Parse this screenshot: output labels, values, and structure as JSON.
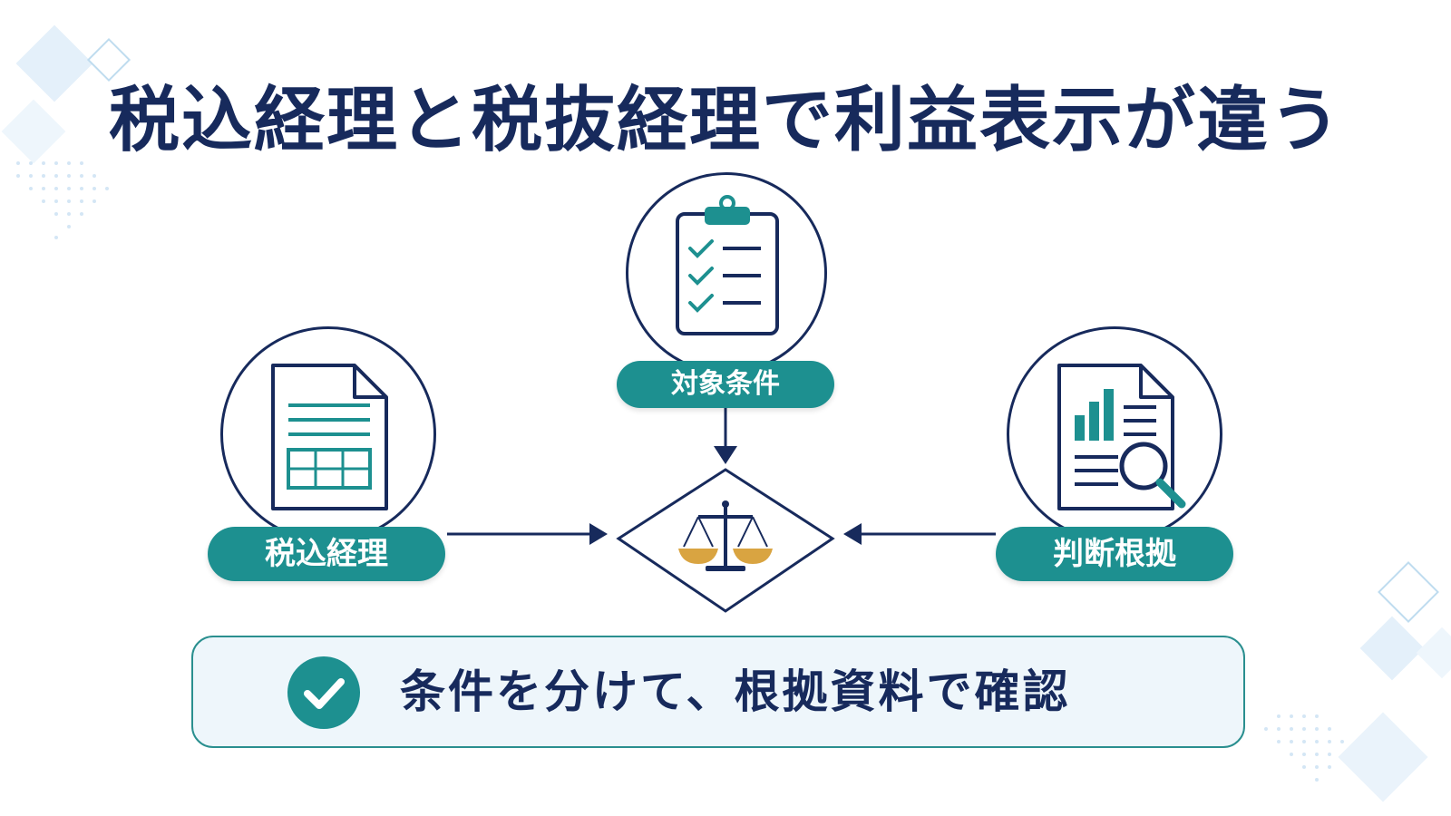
{
  "title": "税込経理と税抜経理で利益表示が違う",
  "nodes": {
    "target_conditions": {
      "label": "対象条件",
      "icon": "clipboard-checklist-icon"
    },
    "tax_inclusive": {
      "label": "税込経理",
      "icon": "spreadsheet-document-icon"
    },
    "judgment_basis": {
      "label": "判断根拠",
      "icon": "report-magnifier-icon"
    },
    "center": {
      "icon": "balance-scale-icon"
    }
  },
  "summary": {
    "text": "条件を分けて、根拠資料で確認",
    "icon": "check-circle-icon"
  },
  "colors": {
    "navy": "#172a5c",
    "teal": "#1d9090",
    "gold": "#d9a441",
    "summary_bg": "#eef6fb",
    "decor": "#cfe3f5"
  }
}
